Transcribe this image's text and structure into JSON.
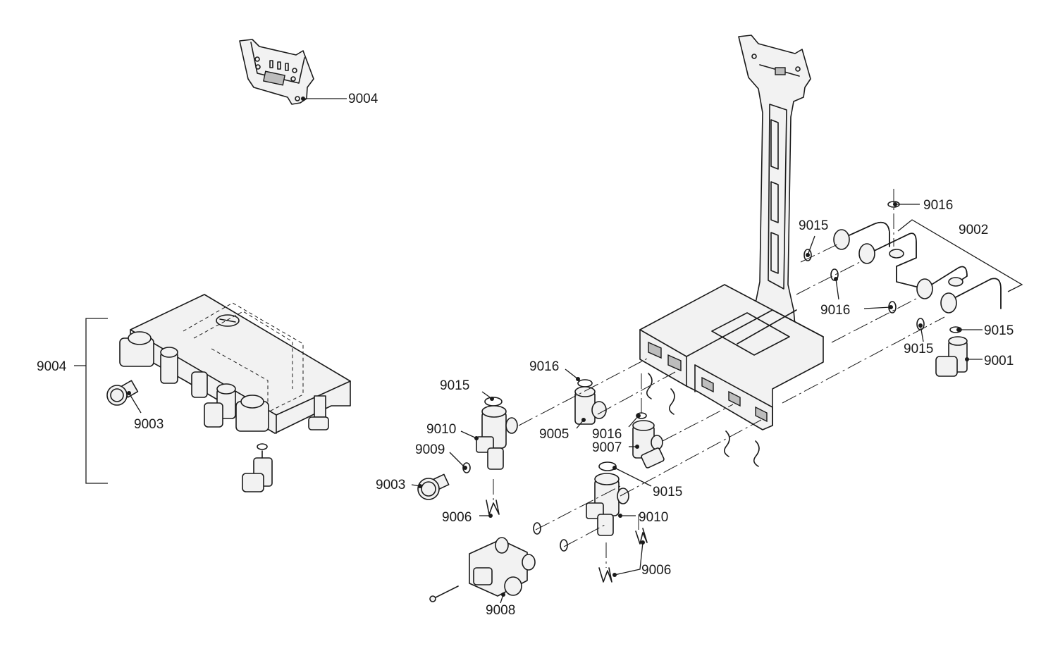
{
  "parts": {
    "p9001": "9001",
    "p9002": "9002",
    "p9003": "9003",
    "p9004": "9004",
    "p9005": "9005",
    "p9006": "9006",
    "p9007": "9007",
    "p9008": "9008",
    "p9009": "9009",
    "p9010": "9010",
    "p9015": "9015",
    "p9016": "9016"
  }
}
